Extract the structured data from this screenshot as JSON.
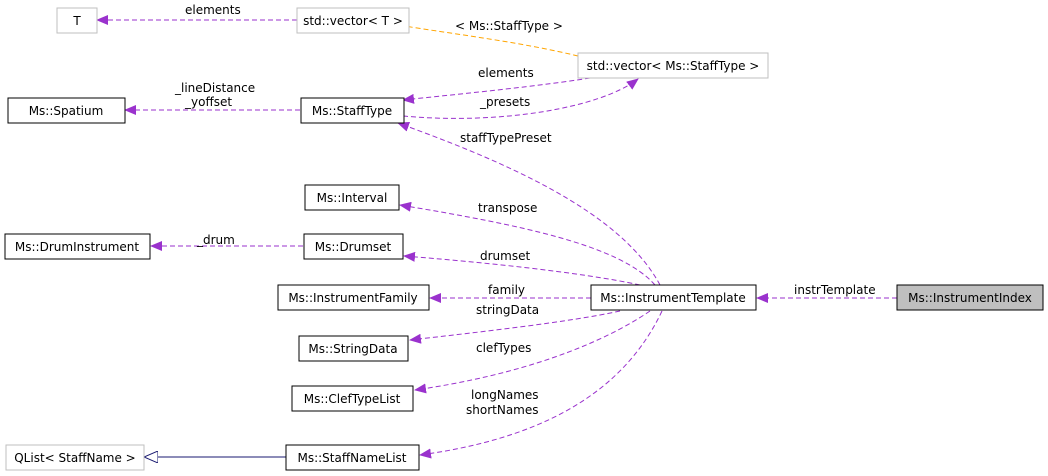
{
  "colors": {
    "purple": "#9a32cd",
    "orange": "#ffa500",
    "navy": "#191970",
    "highlight_fill": "#bfbfbf",
    "grey_border": "#bfbfbf"
  },
  "nodes": {
    "t": "T",
    "vector_t": "std::vector< T >",
    "vector_stafftype": "std::vector< Ms::StaffType >",
    "spatium": "Ms::Spatium",
    "stafftype": "Ms::StaffType",
    "interval": "Ms::Interval",
    "druminstrument": "Ms::DrumInstrument",
    "drumset": "Ms::Drumset",
    "instrumentfamily": "Ms::InstrumentFamily",
    "instrumenttemplate": "Ms::InstrumentTemplate",
    "instrumentindex": "Ms::InstrumentIndex",
    "stringdata": "Ms::StringData",
    "cleftypelist": "Ms::ClefTypeList",
    "qlist_staffname": "QList< StaffName >",
    "staffnamelist": "Ms::StaffNameList"
  },
  "edge_labels": {
    "elements_t": "elements",
    "staffType_template": "< Ms::StaffType >",
    "elements_presets": "elements",
    "presets": "_presets",
    "lineDistance": "_lineDistance",
    "yoffset": "_yoffset",
    "staffTypePreset": "staffTypePreset",
    "transpose": "transpose",
    "drum": "_drum",
    "drumset": "drumset",
    "family": "family",
    "instrTemplate": "instrTemplate",
    "stringData": "stringData",
    "clefTypes": "clefTypes",
    "longNames": "longNames",
    "shortNames": "shortNames"
  }
}
